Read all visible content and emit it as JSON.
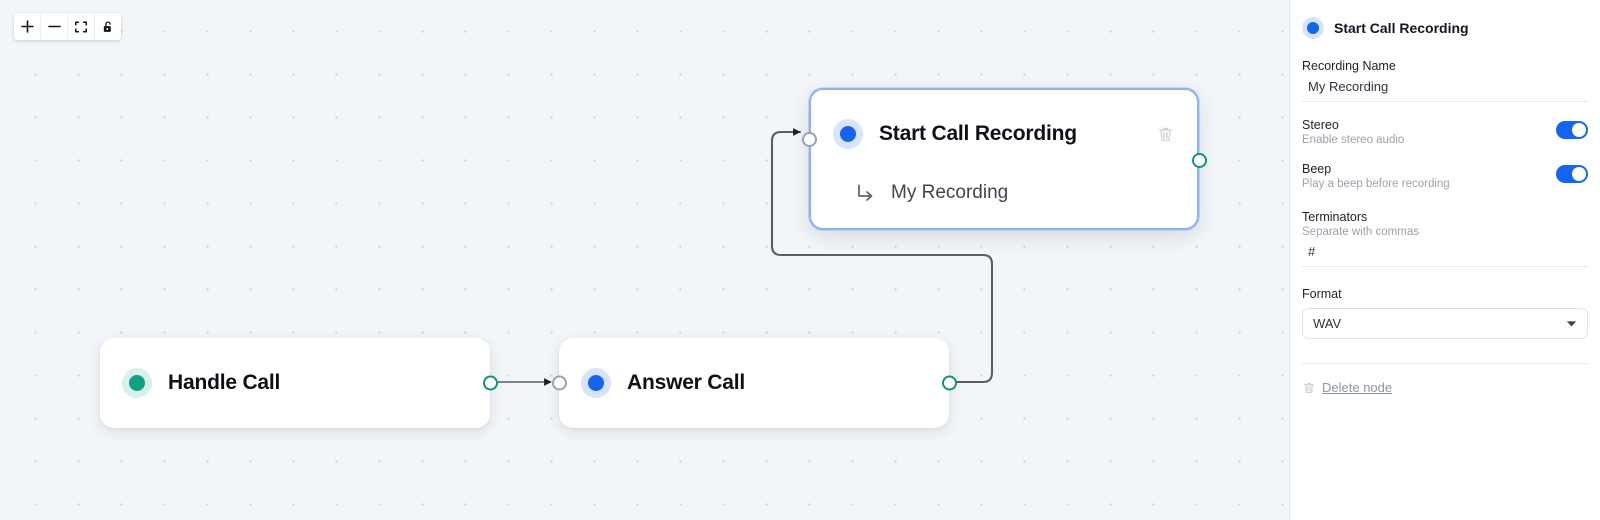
{
  "canvas": {
    "toolbar": {
      "buttons": [
        {
          "name": "zoom-in",
          "label": "+"
        },
        {
          "name": "zoom-out",
          "label": "−"
        },
        {
          "name": "fit-view",
          "label": "fit"
        },
        {
          "name": "lock",
          "label": "lock"
        }
      ]
    },
    "nodes": [
      {
        "id": "handle-call",
        "title": "Handle Call",
        "dot_color": "#12a085",
        "selected": false
      },
      {
        "id": "answer-call",
        "title": "Answer Call",
        "dot_color": "#1564f0",
        "selected": false
      },
      {
        "id": "start-call-recording",
        "title": "Start Call Recording",
        "subtitle": "My Recording",
        "dot_color": "#1564f0",
        "selected": true
      }
    ]
  },
  "panel": {
    "title": "Start Call Recording",
    "accent": "#1564f0",
    "fields": {
      "recording_name_label": "Recording Name",
      "recording_name_value": "My Recording",
      "stereo_label": "Stereo",
      "stereo_hint": "Enable stereo audio",
      "stereo_on": true,
      "beep_label": "Beep",
      "beep_hint": "Play a beep before recording",
      "beep_on": true,
      "terminators_label": "Terminators",
      "terminators_hint": "Separate with commas",
      "terminators_value": "#",
      "format_label": "Format",
      "format_value": "WAV"
    },
    "delete_label": "Delete node"
  }
}
